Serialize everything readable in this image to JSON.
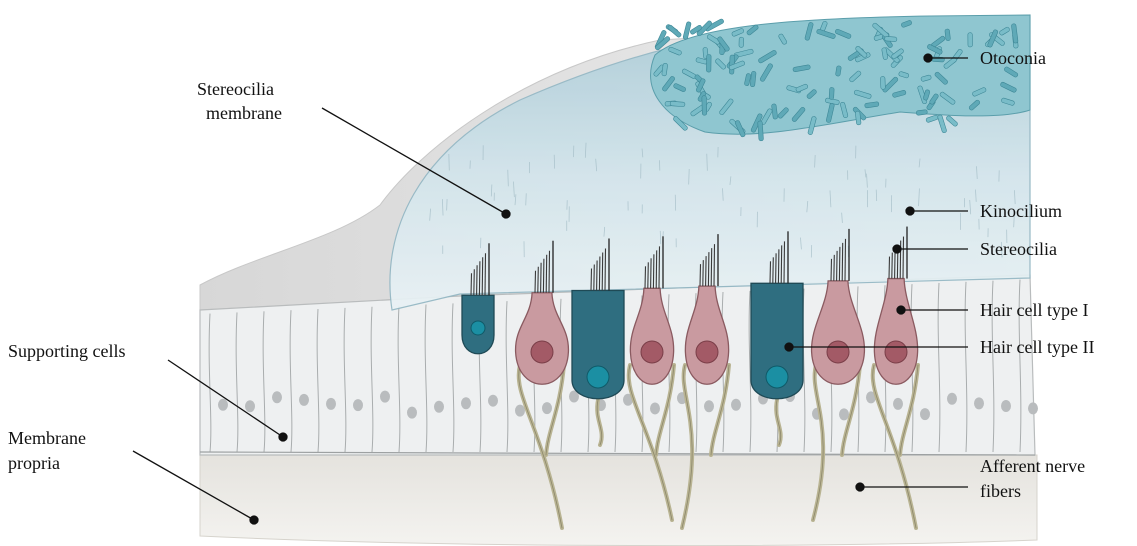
{
  "labels": {
    "otoconia": "Otoconia",
    "stereocilia_membrane_line1": "Stereocilia",
    "stereocilia_membrane_line2": "membrane",
    "kinocilium": "Kinocilium",
    "stereocilia": "Stereocilia",
    "hair_cell_type_1": "Hair cell type I",
    "hair_cell_type_2": "Hair cell type II",
    "supporting_cells": "Supporting cells",
    "membrane_propria_line1": "Membrane",
    "membrane_propria_line2": "propria",
    "afferent_nerve_fibers_line1": "Afferent nerve",
    "afferent_nerve_fibers_line2": "fibers"
  },
  "colors": {
    "membrane": "#c7dde6",
    "otoconia": "#5fa9b7",
    "hair_cell_type_1": "#c99aa0",
    "hair_cell_type_2": "#2f6e80",
    "supporting_cell": "#eceff0",
    "nerve": "#b9b493",
    "propria": "#e2e0db"
  },
  "hair_cell_types": [
    "II",
    "I",
    "II",
    "I",
    "I",
    "II",
    "I",
    "I"
  ]
}
